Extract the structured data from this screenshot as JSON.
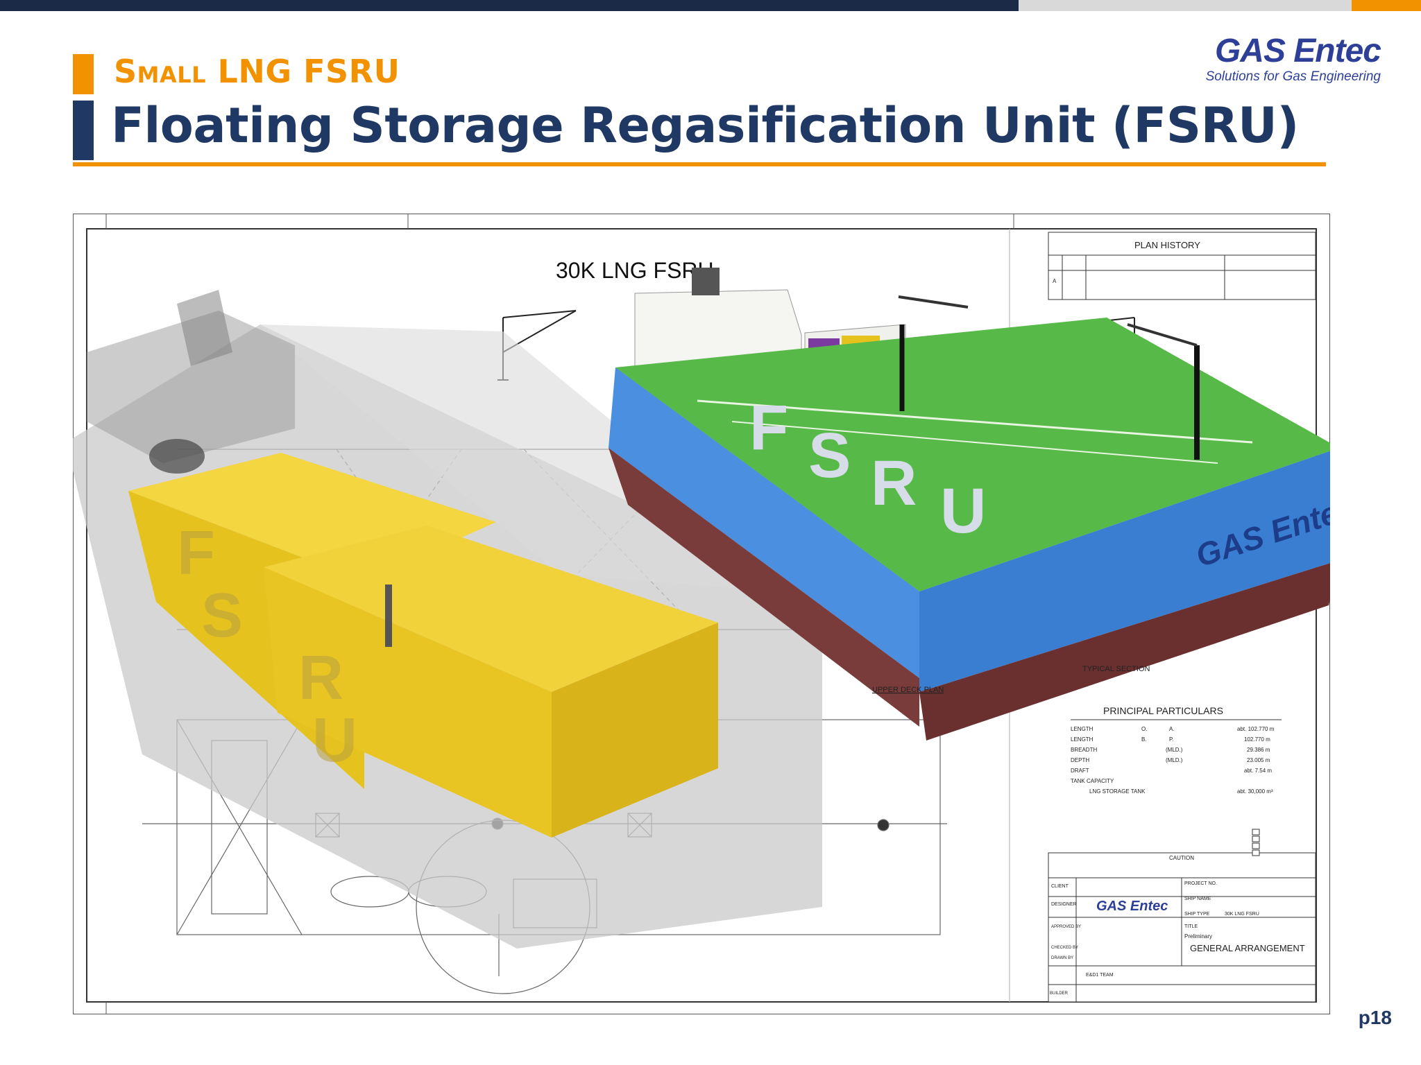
{
  "slide": {
    "kicker": "Small LNG FSRU",
    "title": "Floating Storage Regasification Unit (FSRU)",
    "page_number": "p18"
  },
  "logo": {
    "name": "GAS Entec",
    "tagline": "Solutions for Gas Engineering"
  },
  "drawing": {
    "caption": "30K LNG FSRU",
    "hull_lettering": [
      "F",
      "S",
      "R",
      "U"
    ],
    "hull_logo": "GAS Entec",
    "plan_history_title": "PLAN    HISTORY",
    "plan_history_row": "A",
    "upper_deck_plan": "UPPER DECK PLAN",
    "typical_section": "TYPICAL SECTION",
    "principal_particulars": {
      "title": "PRINCIPAL    PARTICULARS",
      "rows": [
        {
          "label": "LENGTH",
          "a": "O.",
          "b": "A.",
          "value": "abt. 102.770  m"
        },
        {
          "label": "LENGTH",
          "a": "B.",
          "b": "P.",
          "value": "102.770  m"
        },
        {
          "label": "BREADTH",
          "a": "",
          "b": "(MLD.)",
          "value": "29.386  m"
        },
        {
          "label": "DEPTH",
          "a": "",
          "b": "(MLD.)",
          "value": "23.005  m"
        },
        {
          "label": "DRAFT",
          "a": "",
          "b": "",
          "value": "abt. 7.54  m"
        },
        {
          "label": "TANK  CAPACITY",
          "a": "",
          "b": "",
          "value": ""
        },
        {
          "label": "LNG  STORAGE  TANK",
          "a": "",
          "b": "",
          "value": "abt. 30,000  m³"
        }
      ]
    },
    "title_block": {
      "caution": "CAUTION",
      "client_label": "CLIENT",
      "designer_label": "DESIGNER",
      "designer_logo": "GAS Entec",
      "project_label": "PROJECT NO.",
      "ship_name_label": "SHIP NAME",
      "ship_type_label": "SHIP TYPE",
      "ship_type": "30K LNG FSRU",
      "approved_label": "APPROVED BY",
      "checked_label": "CHECKED BY",
      "drawn_label": "DRAWN BY",
      "title_label": "TITLE",
      "status": "Preliminary",
      "drawing_title": "GENERAL ARRANGEMENT",
      "dept": "E&D1 TEAM",
      "builder_label": "BUILDER"
    }
  },
  "colors": {
    "navy": "#1f3864",
    "orange": "#f39200",
    "hull_blue": "#3f86d9",
    "hull_bottom": "#7a3b3b",
    "deck_green": "#58b84a",
    "tank_yellow": "#e8c020"
  }
}
